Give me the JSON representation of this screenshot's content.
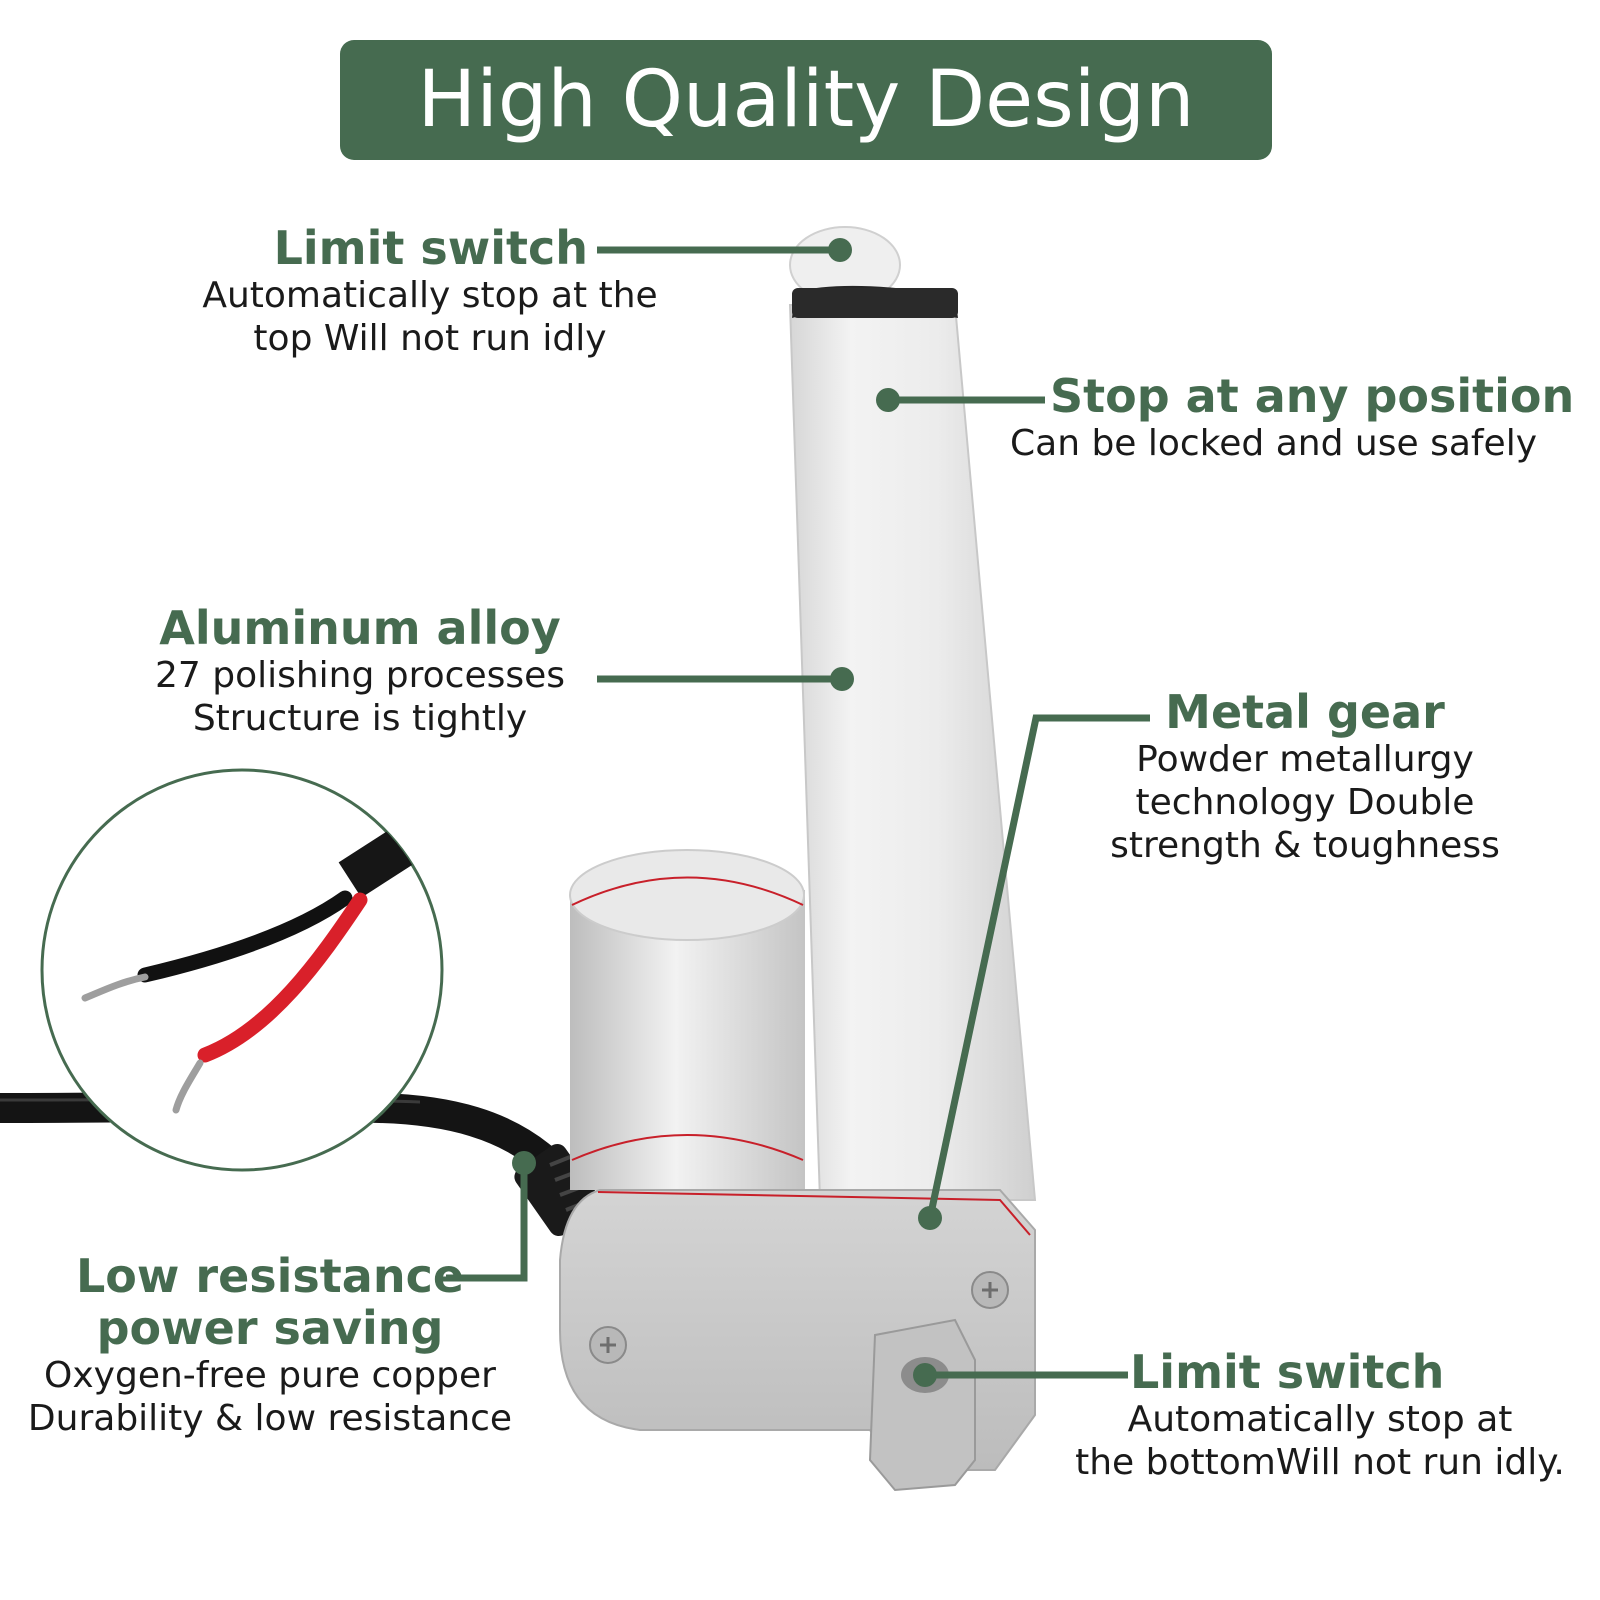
{
  "title": "High Quality Design",
  "colors": {
    "accent_green": "#466b50",
    "banner_text": "#ffffff",
    "body_text": "#1a1a1a",
    "wire_red": "#d9202a",
    "wire_black": "#151515",
    "housing_silver": "#c9c9c9"
  },
  "callouts": [
    {
      "id": "limit-switch-top",
      "heading": "Limit switch",
      "lines": [
        "Automatically stop at the",
        "top Will not run idly"
      ]
    },
    {
      "id": "stop-any-position",
      "heading": "Stop at any position",
      "lines": [
        "Can be locked and use safely"
      ]
    },
    {
      "id": "aluminum-alloy",
      "heading": "Aluminum alloy",
      "lines": [
        "27 polishing processes",
        "Structure is tightly"
      ]
    },
    {
      "id": "metal-gear",
      "heading": "Metal gear",
      "lines": [
        "Powder metallurgy",
        "technology Double",
        "strength & toughness"
      ]
    },
    {
      "id": "low-resistance",
      "heading_lines": [
        "Low resistance",
        "power saving"
      ],
      "lines": [
        "Oxygen-free pure copper",
        "Durability & low resistance"
      ]
    },
    {
      "id": "limit-switch-bottom",
      "heading": "Limit switch",
      "lines": [
        "Automatically stop at",
        "the bottomWill not run idly."
      ]
    }
  ],
  "product_image": {
    "subject": "linear-actuator",
    "inset": "wire-closeup-red-black"
  }
}
